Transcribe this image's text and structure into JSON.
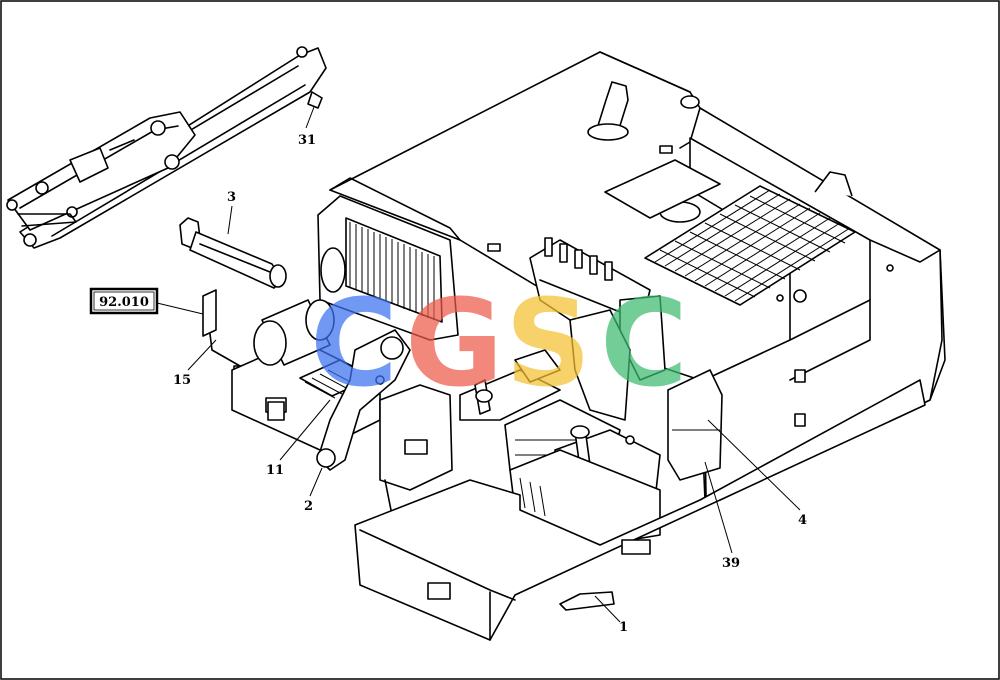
{
  "callouts": {
    "c31": "31",
    "c3": "3",
    "c15": "15",
    "c11": "11",
    "c2": "2",
    "c4": "4",
    "c39": "39",
    "c1": "1"
  },
  "reference_box": {
    "label": "92.010"
  },
  "watermark": {
    "letters": [
      "C",
      "G",
      "S",
      "C"
    ],
    "colors": [
      "#3b73f0",
      "#ee5a49",
      "#f4c231",
      "#3dba70"
    ]
  }
}
